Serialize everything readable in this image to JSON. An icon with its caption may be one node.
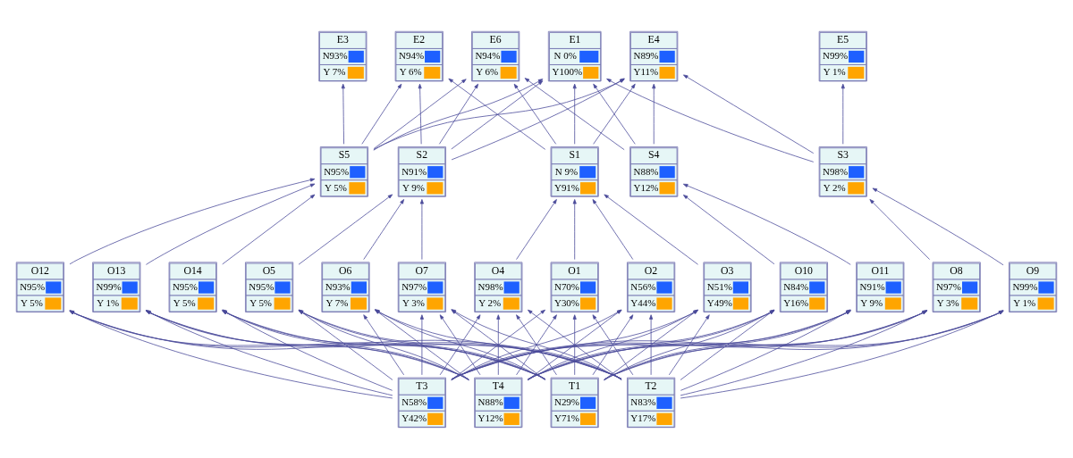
{
  "diagram": {
    "nodes": [
      {
        "text": [
          "E1",
          "N 0%",
          "Y100%"
        ]
      },
      {
        "text": [
          "E2",
          "N94%",
          "Y 6%"
        ]
      },
      {
        "text": [
          "E3",
          "N93%",
          "Y 7%"
        ]
      },
      {
        "text": [
          "E4",
          "N89%",
          "Y11%"
        ]
      },
      {
        "text": [
          "E5",
          "N99%",
          "Y 1%"
        ]
      },
      {
        "text": [
          "E6",
          "N94%",
          "Y 6%"
        ]
      },
      {
        "text": [
          "S1",
          "N 9%",
          "Y91%"
        ]
      },
      {
        "text": [
          "S2",
          "N91%",
          "Y 9%"
        ]
      },
      {
        "text": [
          "S3",
          "N98%",
          "Y 2%"
        ]
      },
      {
        "text": [
          "S4",
          "N88%",
          "Y12%"
        ]
      },
      {
        "text": [
          "S5",
          "N95%",
          "Y 5%"
        ]
      },
      {
        "text": [
          "O1",
          "N70%",
          "Y30%"
        ]
      },
      {
        "text": [
          "O2",
          "N56%",
          "Y44%"
        ]
      },
      {
        "text": [
          "O3",
          "N51%",
          "Y49%"
        ]
      },
      {
        "text": [
          "O4",
          "N98%",
          "Y 2%"
        ]
      },
      {
        "text": [
          "O5",
          "N95%",
          "Y 5%"
        ]
      },
      {
        "text": [
          "O6",
          "N93%",
          "Y 7%"
        ]
      },
      {
        "text": [
          "O7",
          "N97%",
          "Y 3%"
        ]
      },
      {
        "text": [
          "O8",
          "N97%",
          "Y 3%"
        ]
      },
      {
        "text": [
          "O9",
          "N99%",
          "Y 1%"
        ]
      },
      {
        "text": [
          "O10",
          "N84%",
          "Y16%"
        ]
      },
      {
        "text": [
          "O11",
          "N91%",
          "Y 9%"
        ]
      },
      {
        "text": [
          "O12",
          "N95%",
          "Y 5%"
        ]
      },
      {
        "text": [
          "O13",
          "N99%",
          "Y 1%"
        ]
      },
      {
        "text": [
          "O14",
          "N95%",
          "Y 5%"
        ]
      },
      {
        "text": [
          "T1",
          "N29%",
          "Y71%"
        ]
      },
      {
        "text": [
          "T2",
          "N83%",
          "Y17%"
        ]
      },
      {
        "text": [
          "T3",
          "N58%",
          "Y42%"
        ]
      },
      {
        "text": [
          "T4",
          "N88%",
          "Y12%"
        ]
      }
    ],
    "edges": [
      {
        "from": 25,
        "to": 11,
        "arrow": "to"
      },
      {
        "from": 25,
        "to": 12,
        "arrow": "to"
      },
      {
        "from": 25,
        "to": 13,
        "arrow": "to"
      },
      {
        "from": 25,
        "to": 14,
        "arrow": "to"
      },
      {
        "from": 25,
        "to": 15,
        "arrow": "to"
      },
      {
        "from": 25,
        "to": 16,
        "arrow": "to"
      },
      {
        "from": 25,
        "to": 17,
        "arrow": "to"
      },
      {
        "from": 25,
        "to": 18,
        "arrow": "to"
      },
      {
        "from": 25,
        "to": 19,
        "arrow": "to"
      },
      {
        "from": 25,
        "to": 20,
        "arrow": "to"
      },
      {
        "from": 25,
        "to": 21,
        "arrow": "to"
      },
      {
        "from": 25,
        "to": 22,
        "arrow": "to"
      },
      {
        "from": 25,
        "to": 23,
        "arrow": "to"
      },
      {
        "from": 25,
        "to": 24,
        "arrow": "to"
      },
      {
        "from": 26,
        "to": 11,
        "arrow": "to"
      },
      {
        "from": 26,
        "to": 12,
        "arrow": "to"
      },
      {
        "from": 26,
        "to": 13,
        "arrow": "to"
      },
      {
        "from": 26,
        "to": 14,
        "arrow": "to"
      },
      {
        "from": 26,
        "to": 15,
        "arrow": "to"
      },
      {
        "from": 26,
        "to": 16,
        "arrow": "to"
      },
      {
        "from": 26,
        "to": 17,
        "arrow": "to"
      },
      {
        "from": 26,
        "to": 18,
        "arrow": "to"
      },
      {
        "from": 26,
        "to": 19,
        "arrow": "to"
      },
      {
        "from": 26,
        "to": 20,
        "arrow": "to"
      },
      {
        "from": 26,
        "to": 21,
        "arrow": "to"
      },
      {
        "from": 26,
        "to": 22,
        "arrow": "to"
      },
      {
        "from": 26,
        "to": 23,
        "arrow": "to"
      },
      {
        "from": 26,
        "to": 24,
        "arrow": "to"
      },
      {
        "from": 27,
        "to": 11,
        "arrow": "to"
      },
      {
        "from": 27,
        "to": 12,
        "arrow": "to"
      },
      {
        "from": 27,
        "to": 13,
        "arrow": "to"
      },
      {
        "from": 27,
        "to": 14,
        "arrow": "to"
      },
      {
        "from": 27,
        "to": 15,
        "arrow": "to"
      },
      {
        "from": 27,
        "to": 16,
        "arrow": "to"
      },
      {
        "from": 27,
        "to": 17,
        "arrow": "to"
      },
      {
        "from": 27,
        "to": 18,
        "arrow": "to"
      },
      {
        "from": 27,
        "to": 19,
        "arrow": "to"
      },
      {
        "from": 27,
        "to": 20,
        "arrow": "to"
      },
      {
        "from": 27,
        "to": 21,
        "arrow": "to"
      },
      {
        "from": 27,
        "to": 22,
        "arrow": "to"
      },
      {
        "from": 27,
        "to": 23,
        "arrow": "to"
      },
      {
        "from": 27,
        "to": 24,
        "arrow": "to"
      },
      {
        "from": 28,
        "to": 11,
        "arrow": "to"
      },
      {
        "from": 28,
        "to": 12,
        "arrow": "to"
      },
      {
        "from": 28,
        "to": 13,
        "arrow": "to"
      },
      {
        "from": 28,
        "to": 14,
        "arrow": "to"
      },
      {
        "from": 28,
        "to": 15,
        "arrow": "to"
      },
      {
        "from": 28,
        "to": 16,
        "arrow": "to"
      },
      {
        "from": 28,
        "to": 17,
        "arrow": "to"
      },
      {
        "from": 28,
        "to": 18,
        "arrow": "to"
      },
      {
        "from": 28,
        "to": 19,
        "arrow": "to"
      },
      {
        "from": 28,
        "to": 20,
        "arrow": "to"
      },
      {
        "from": 28,
        "to": 21,
        "arrow": "to"
      },
      {
        "from": 28,
        "to": 22,
        "arrow": "to"
      },
      {
        "from": 28,
        "to": 23,
        "arrow": "to"
      },
      {
        "from": 28,
        "to": 24,
        "arrow": "to"
      },
      {
        "from": 11,
        "to": 6,
        "arrow": "to"
      },
      {
        "from": 12,
        "to": 6,
        "arrow": "to"
      },
      {
        "from": 13,
        "to": 6,
        "arrow": "to"
      },
      {
        "from": 14,
        "to": 6,
        "arrow": "to"
      },
      {
        "from": 15,
        "to": 7,
        "arrow": "to"
      },
      {
        "from": 16,
        "to": 7,
        "arrow": "to"
      },
      {
        "from": 17,
        "to": 7,
        "arrow": "to"
      },
      {
        "from": 18,
        "to": 8,
        "arrow": "to"
      },
      {
        "from": 19,
        "to": 8,
        "arrow": "to"
      },
      {
        "from": 20,
        "to": 9,
        "arrow": "to"
      },
      {
        "from": 21,
        "to": 9,
        "arrow": "to"
      },
      {
        "from": 22,
        "to": 10,
        "arrow": "to"
      },
      {
        "from": 23,
        "to": 10,
        "arrow": "to"
      },
      {
        "from": 24,
        "to": 10,
        "arrow": "to"
      },
      {
        "from": 6,
        "to": 0,
        "arrow": "to"
      },
      {
        "from": 6,
        "to": 1,
        "arrow": "to"
      },
      {
        "from": 6,
        "to": 3,
        "arrow": "to"
      },
      {
        "from": 6,
        "to": 5,
        "arrow": "to"
      },
      {
        "from": 7,
        "to": 0,
        "arrow": "to"
      },
      {
        "from": 7,
        "to": 1,
        "arrow": "to"
      },
      {
        "from": 7,
        "to": 3,
        "arrow": "to"
      },
      {
        "from": 7,
        "to": 5,
        "arrow": "to"
      },
      {
        "from": 8,
        "to": 0,
        "arrow": "to"
      },
      {
        "from": 8,
        "to": 3,
        "arrow": "to"
      },
      {
        "from": 8,
        "to": 4,
        "arrow": "to"
      },
      {
        "from": 9,
        "to": 0,
        "arrow": "to"
      },
      {
        "from": 9,
        "to": 3,
        "arrow": "to"
      },
      {
        "from": 9,
        "to": 5,
        "arrow": "to"
      },
      {
        "from": 10,
        "to": 0,
        "arrow": "to"
      },
      {
        "from": 10,
        "to": 1,
        "arrow": "to"
      },
      {
        "from": 10,
        "to": 2,
        "arrow": "to"
      },
      {
        "from": 10,
        "to": 3,
        "arrow": "to"
      },
      {
        "from": 10,
        "to": 5,
        "arrow": "to"
      }
    ]
  }
}
